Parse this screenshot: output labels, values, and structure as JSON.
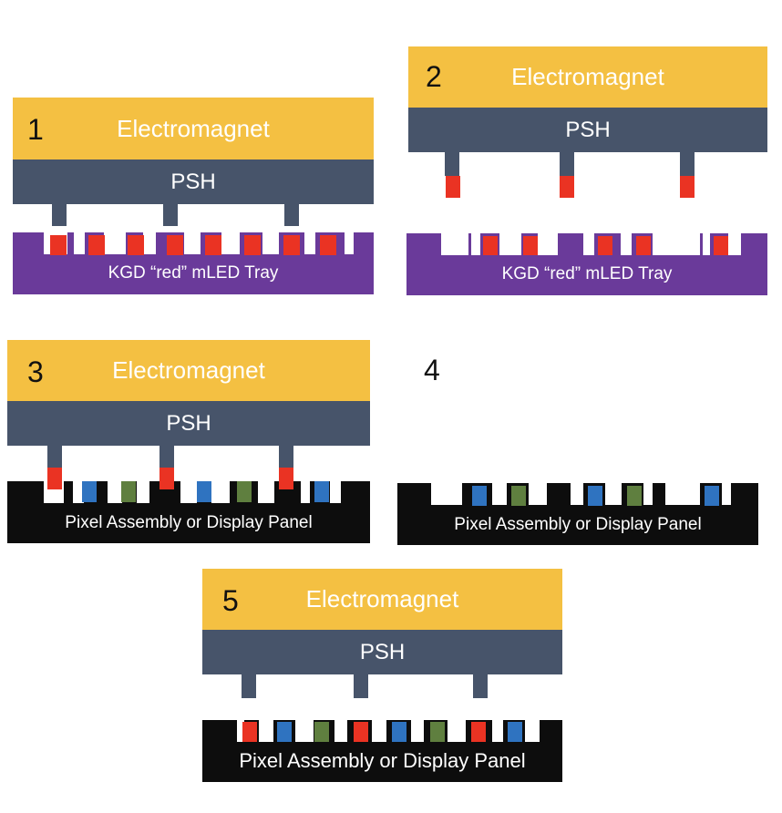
{
  "colors": {
    "electromagnet": "#f4c042",
    "psh": "#47546a",
    "tray": "#6a3a9a",
    "panel": "#0d0d0d",
    "led_red": "#ea3323",
    "led_blue": "#2f73c0",
    "led_green": "#5f7f3f"
  },
  "labels": {
    "electromagnet": "Electromagnet",
    "psh": "PSH",
    "tray": "KGD “red” mLED Tray",
    "panel": "Pixel Assembly or Display Panel"
  },
  "steps": [
    "1",
    "2",
    "3",
    "4",
    "5"
  ]
}
